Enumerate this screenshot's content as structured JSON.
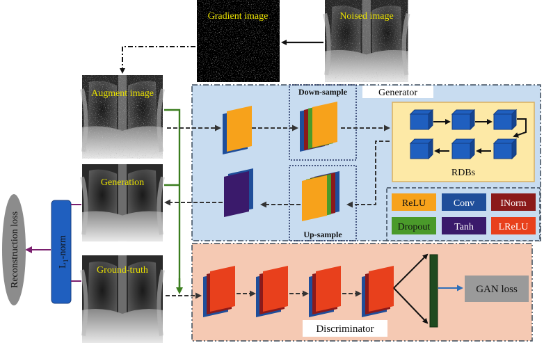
{
  "images": {
    "gradient": "Gradient image",
    "noised": "Noised image",
    "augment": "Augment image",
    "generation": "Generation",
    "ground_truth": "Ground-truth"
  },
  "generator": {
    "title": "Generator",
    "down_sample": "Down-sample",
    "up_sample": "Up-sample",
    "rdbs": "RDBs"
  },
  "legend": [
    {
      "label": "ReLU",
      "color": "#f7a21b",
      "text_color": "#111111"
    },
    {
      "label": "Conv",
      "color": "#1f4e9a",
      "text_color": "#ffffff"
    },
    {
      "label": "INorm",
      "color": "#8b1a1a",
      "text_color": "#ffffff"
    },
    {
      "label": "Dropout",
      "color": "#4a9a2a",
      "text_color": "#111111"
    },
    {
      "label": "Tanh",
      "color": "#3a1a6b",
      "text_color": "#ffffff"
    },
    {
      "label": "LReLU",
      "color": "#e8401c",
      "text_color": "#ffffff"
    }
  ],
  "discriminator": {
    "title": "Discriminator",
    "gan_loss": "GAN loss"
  },
  "loss": {
    "l1_norm_prefix": "L",
    "l1_norm_sub": "1",
    "l1_norm_suffix": "-norm",
    "reconstruction": "Reconstruction loss"
  },
  "colors": {
    "generator_bg": "#c8dcf0",
    "discriminator_bg": "#f5c9b3",
    "rdb_bg": "#fde9a6",
    "green_arrow": "#3a7d1e",
    "purple_arrow": "#7a1f6e",
    "lnorm_bar": "#1f5fbf",
    "gan_loss_box": "#9a9a9a",
    "image_label": "#e8e000"
  }
}
